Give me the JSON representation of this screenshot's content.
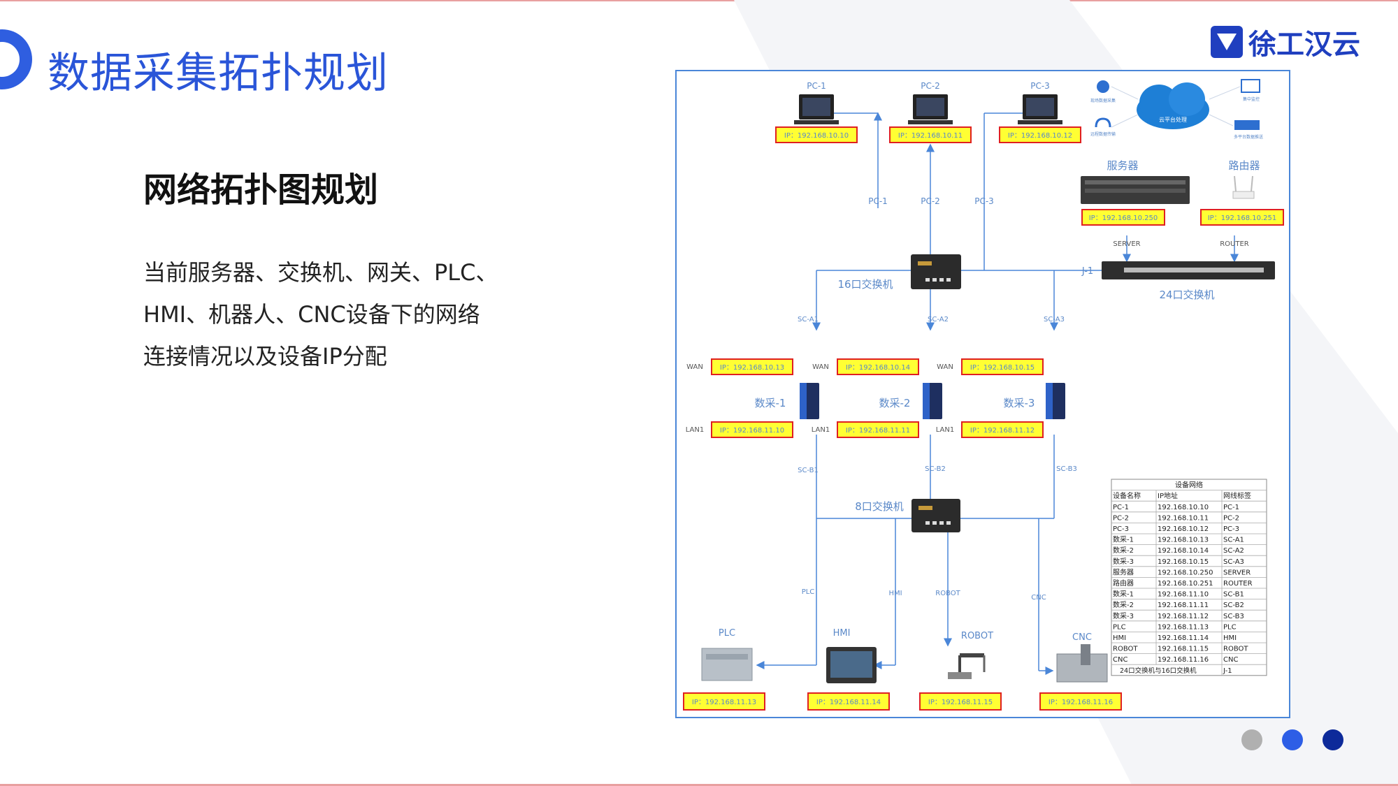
{
  "slide": {
    "title": "数据采集拓扑规划",
    "subtitle": "网络拓扑图规划",
    "description_lines": [
      "当前服务器、交换机、网关、PLC、",
      "HMI、机器人、CNC设备下的网络",
      "连接情况以及设备IP分配"
    ],
    "logo_text": "徐工汉云"
  },
  "colors": {
    "title_blue": "#2a55d8",
    "logo_blue": "#1f3fbf",
    "box_yellow": "#ffff33",
    "box_border": "#e02020",
    "line_blue": "#4a86d8",
    "label_blue": "#5a88c8"
  },
  "pagination": {
    "dots": [
      "#b0b0b0",
      "#2d5ee6",
      "#0d2a9a"
    ]
  },
  "diagram": {
    "pcs": [
      {
        "name": "PC-1",
        "ip": "IP：192.168.10.10",
        "cable": "PC-1"
      },
      {
        "name": "PC-2",
        "ip": "IP：192.168.10.11",
        "cable": "PC-2"
      },
      {
        "name": "PC-3",
        "ip": "IP：192.168.10.12",
        "cable": "PC-3"
      }
    ],
    "server": {
      "name": "服务器",
      "ip": "IP：192.168.10.250",
      "cable": "SERVER"
    },
    "router": {
      "name": "路由器",
      "ip": "IP：192.168.10.251",
      "cable": "ROUTER"
    },
    "cloud": {
      "label": "云平台处理"
    },
    "cloud_icons": [
      "现场数据采集",
      "远程数据传输",
      "集中监控",
      "多平台数据推送"
    ],
    "switch16": {
      "label": "16口交换机"
    },
    "switch24": {
      "label": "24口交换机",
      "link": "J-1"
    },
    "switch8": {
      "label": "8口交换机"
    },
    "gateways": [
      {
        "name": "数采-1",
        "wan_label": "WAN",
        "wan_ip": "IP：192.168.10.13",
        "lan_label": "LAN1",
        "lan_ip": "IP：192.168.11.10",
        "up_cable": "SC-A1",
        "down_cable": "SC-B1"
      },
      {
        "name": "数采-2",
        "wan_label": "WAN",
        "wan_ip": "IP：192.168.10.14",
        "lan_label": "LAN1",
        "lan_ip": "IP：192.168.11.11",
        "up_cable": "SC-A2",
        "down_cable": "SC-B2"
      },
      {
        "name": "数采-3",
        "wan_label": "WAN",
        "wan_ip": "IP：192.168.10.15",
        "lan_label": "LAN1",
        "lan_ip": "IP：192.168.11.12",
        "up_cable": "SC-A3",
        "down_cable": "SC-B3"
      }
    ],
    "devices": [
      {
        "name": "PLC",
        "ip": "IP：192.168.11.13",
        "cable": "PLC"
      },
      {
        "name": "HMI",
        "ip": "IP：192.168.11.14",
        "cable": "HMI"
      },
      {
        "name": "ROBOT",
        "ip": "IP：192.168.11.15",
        "cable": "ROBOT"
      },
      {
        "name": "CNC",
        "ip": "IP：192.168.11.16",
        "cable": "CNC"
      }
    ],
    "table": {
      "title": "设备网络",
      "headers": [
        "设备名称",
        "IP地址",
        "网线标签"
      ],
      "rows": [
        [
          "PC-1",
          "192.168.10.10",
          "PC-1"
        ],
        [
          "PC-2",
          "192.168.10.11",
          "PC-2"
        ],
        [
          "PC-3",
          "192.168.10.12",
          "PC-3"
        ],
        [
          "数采-1",
          "192.168.10.13",
          "SC-A1"
        ],
        [
          "数采-2",
          "192.168.10.14",
          "SC-A2"
        ],
        [
          "数采-3",
          "192.168.10.15",
          "SC-A3"
        ],
        [
          "服务器",
          "192.168.10.250",
          "SERVER"
        ],
        [
          "路由器",
          "192.168.10.251",
          "ROUTER"
        ],
        [
          "数采-1",
          "192.168.11.10",
          "SC-B1"
        ],
        [
          "数采-2",
          "192.168.11.11",
          "SC-B2"
        ],
        [
          "数采-3",
          "192.168.11.12",
          "SC-B3"
        ],
        [
          "PLC",
          "192.168.11.13",
          "PLC"
        ],
        [
          "HMI",
          "192.168.11.14",
          "HMI"
        ],
        [
          "ROBOT",
          "192.168.11.15",
          "ROBOT"
        ],
        [
          "CNC",
          "192.168.11.16",
          "CNC"
        ]
      ],
      "footer": [
        "24口交换机与16口交换机",
        "J-1"
      ]
    }
  }
}
